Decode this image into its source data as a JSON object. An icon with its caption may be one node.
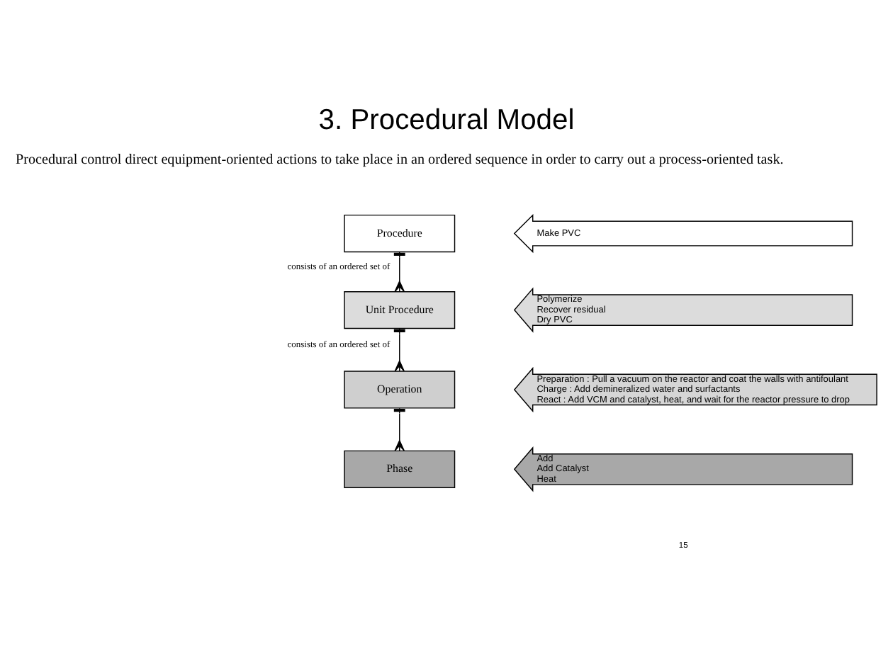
{
  "diagram": {
    "title": "3. Procedural Model",
    "nodes": [
      {
        "text": [
          "Procedure"
        ]
      },
      {
        "text": [
          "Make PVC"
        ]
      },
      {
        "text": [
          "Unit Procedure"
        ]
      },
      {
        "text": [
          "Polymerize",
          "Recover residual",
          "Dry PVC"
        ]
      },
      {
        "text": [
          "Operation"
        ]
      },
      {
        "text": [
          "Preparation : Pull a vacuum on the reactor and coat the walls with antifoulant",
          "Charge : Add demineralized water and surfactants",
          "React : Add VCM and catalyst, heat, and wait for the reactor pressure to drop"
        ]
      },
      {
        "text": [
          "Phase"
        ]
      },
      {
        "text": [
          "Add",
          "Add Catalyst",
          "Heat"
        ]
      }
    ],
    "edges": [
      {
        "from": 0,
        "to": 2,
        "arrow": "other",
        "label": "consists of an ordered set of"
      },
      {
        "from": 2,
        "to": 4,
        "arrow": "other",
        "label": "consists of an ordered set of"
      },
      {
        "from": 4,
        "to": 6,
        "arrow": "other"
      }
    ],
    "labels": [
      "Procedural control direct equipment-oriented actions to take place in an ordered sequence in order to carry out a process-oriented task.",
      "15"
    ]
  }
}
